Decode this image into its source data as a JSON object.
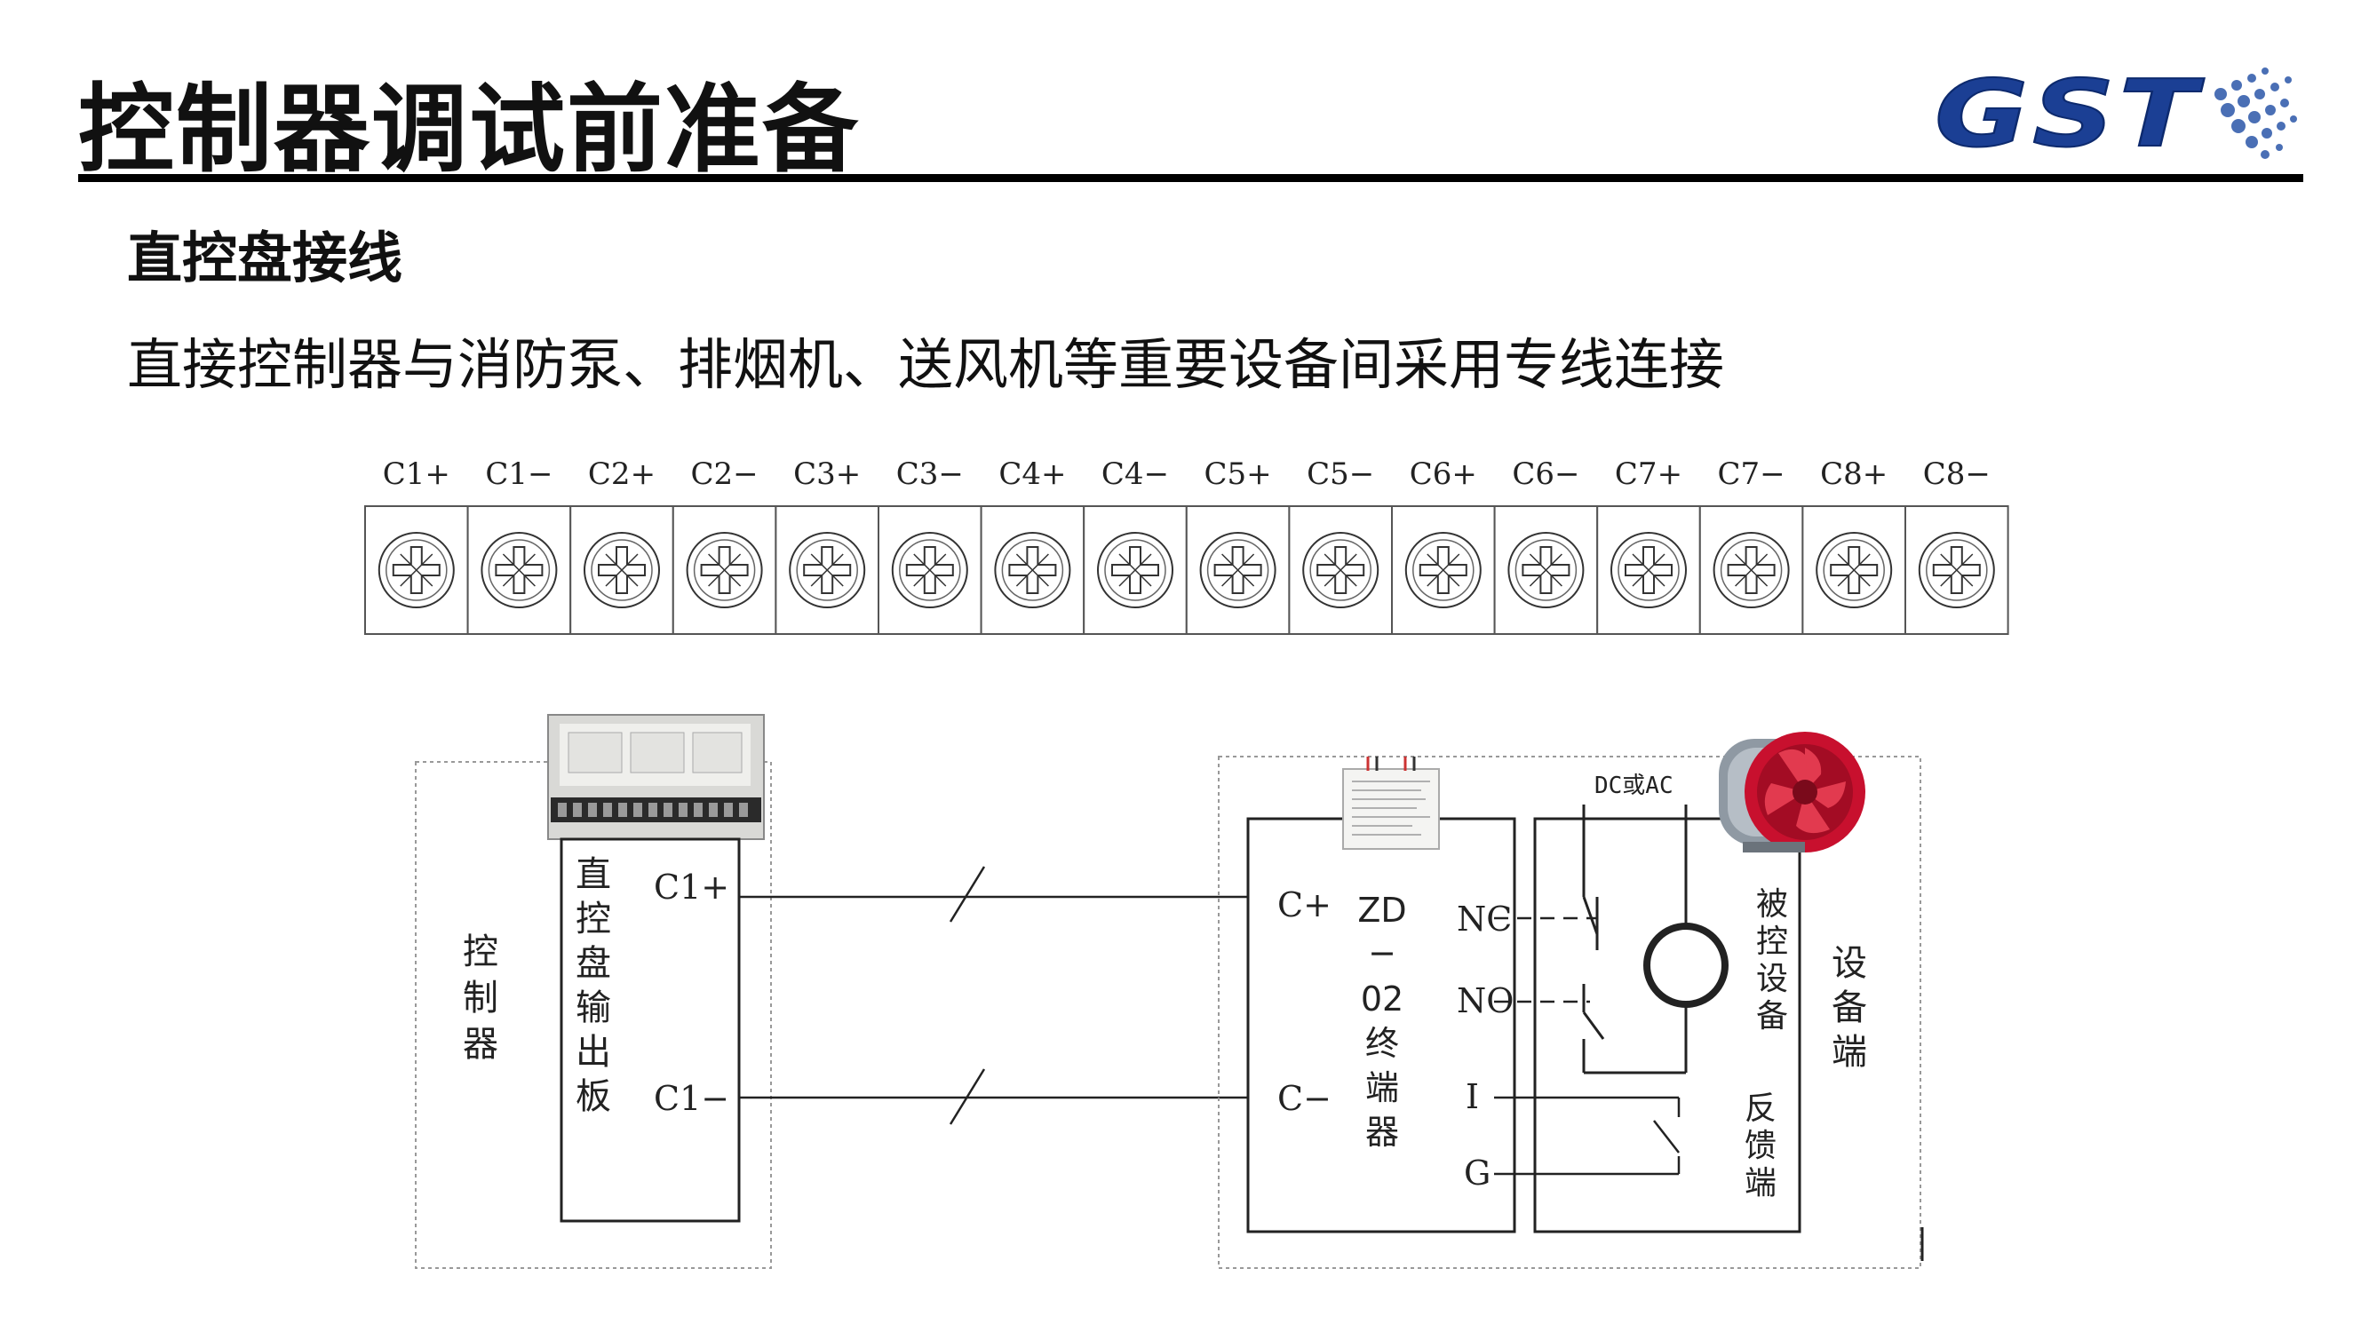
{
  "header": {
    "title": "控制器调试前准备",
    "logo_text": "GST"
  },
  "section": {
    "subtitle": "直控盘接线",
    "description": "直接控制器与消防泵、排烟机、送风机等重要设备间采用专线连接"
  },
  "terminal_strip": {
    "labels": [
      "C1+",
      "C1−",
      "C2+",
      "C2−",
      "C3+",
      "C3−",
      "C4+",
      "C4−",
      "C5+",
      "C5−",
      "C6+",
      "C6−",
      "C7+",
      "C7−",
      "C8+",
      "C8−"
    ]
  },
  "diagram": {
    "controller_label": [
      "控",
      "制",
      "器"
    ],
    "panel_label": [
      "直",
      "控",
      "盘",
      "输",
      "出",
      "板"
    ],
    "panel_c1plus": "C1+",
    "panel_c1minus": "C1−",
    "zd_cplus": "C+",
    "zd_cminus": "C−",
    "zd_label": [
      "ZD",
      "−",
      "02",
      "终",
      "端",
      "器"
    ],
    "nc": "NC",
    "no": "NO",
    "i": "I",
    "g": "G",
    "power": "DC或AC",
    "controlled_device": [
      "被",
      "控",
      "设",
      "备"
    ],
    "feedback": [
      "反",
      "馈",
      "端"
    ],
    "device_end": [
      "设",
      "备",
      "端"
    ]
  },
  "colors": {
    "logo_blue": "#1b3f94",
    "fan_red": "#c8102e"
  }
}
